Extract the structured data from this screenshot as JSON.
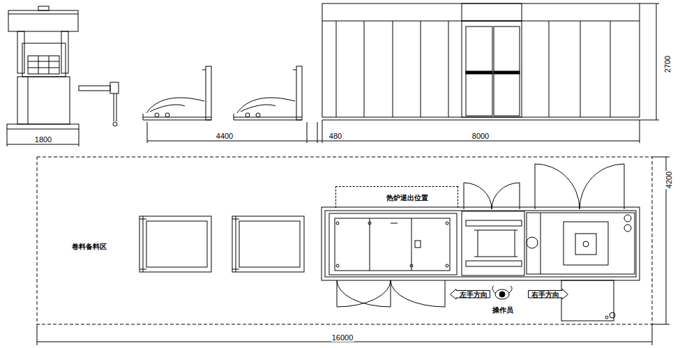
{
  "diagram": {
    "nodes": [
      {
        "text": [
          "热炉退出位置"
        ]
      },
      {
        "text": [
          "左手方向"
        ]
      },
      {
        "text": [
          "右手方向"
        ]
      }
    ],
    "labels": [
      "1800",
      "4400",
      "480",
      "8000",
      "2700",
      "卷料备料区",
      "操作员",
      "4200",
      "16000"
    ]
  }
}
